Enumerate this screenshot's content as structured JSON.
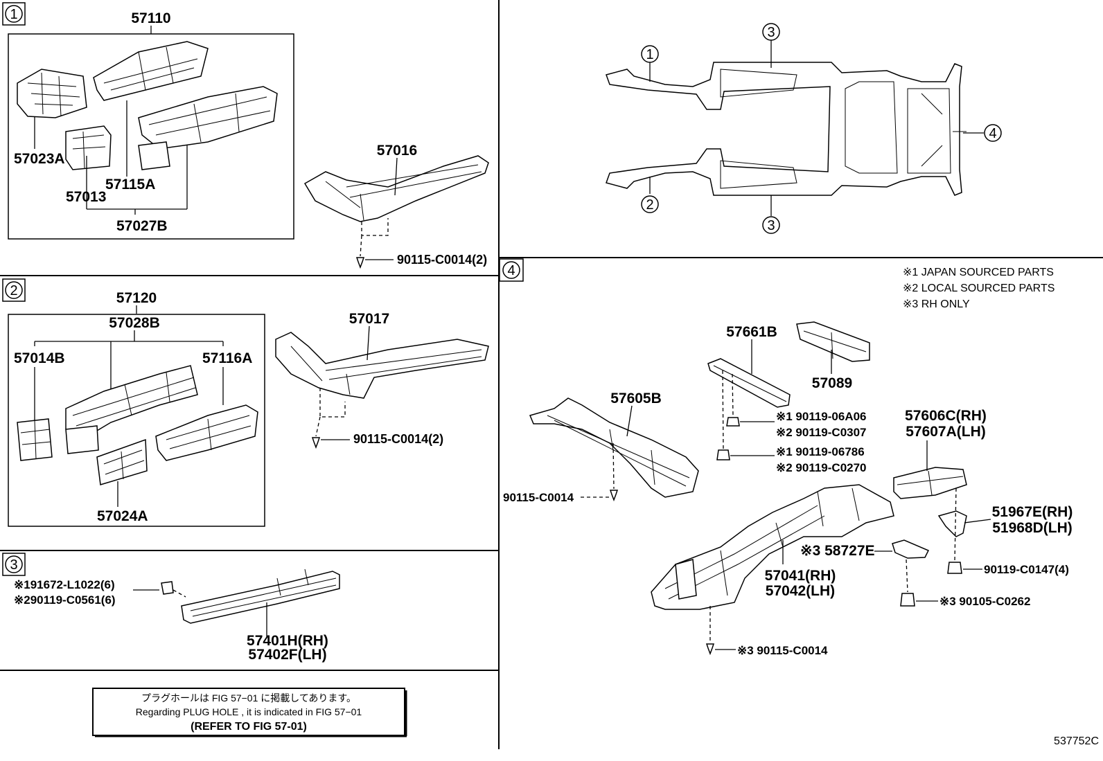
{
  "sections": {
    "s1": {
      "marker": "1",
      "labels": {
        "p57110": "57110",
        "p57023A": "57023A",
        "p57115A": "57115A",
        "p57013": "57013",
        "p57027B": "57027B",
        "p57016": "57016",
        "bolt": "90115-C0014(2)"
      }
    },
    "s2": {
      "marker": "2",
      "labels": {
        "p57120": "57120",
        "p57028B": "57028B",
        "p57014B": "57014B",
        "p57116A": "57116A",
        "p57024A": "57024A",
        "p57017": "57017",
        "bolt": "90115-C0014(2)"
      }
    },
    "s3": {
      "marker": "3",
      "labels": {
        "bolt1": "※191672-L1022(6)",
        "bolt2": "※290119-C0561(6)",
        "rh": "57401H(RH)",
        "lh": "57402F(LH)"
      }
    },
    "s4": {
      "marker": "4",
      "legend": [
        "※1 JAPAN SOURCED PARTS",
        "※2 LOCAL SOURCED PARTS",
        "※3 RH ONLY"
      ],
      "labels": {
        "p57661B": "57661B",
        "p57089": "57089",
        "p57605B": "57605B",
        "b1": "※1 90119-06A06",
        "b2": "※2 90119-C0307",
        "b3": "※1 90119-06786",
        "b4": "※2 90119-C0270",
        "p57606C": "57606C(RH)",
        "p57607A": "57607A(LH)",
        "bolt5": "90115-C0014",
        "p51967E": "51967E(RH)",
        "p51968D": "51968D(LH)",
        "p58727E": "※3 58727E",
        "p57041": "57041(RH)",
        "p57042": "57042(LH)",
        "b6": "90119-C0147(4)",
        "b7": "※3 90105-C0262",
        "b8": "※3 90115-C0014"
      }
    },
    "overview": {
      "m1": "1",
      "m2": "2",
      "m3a": "3",
      "m3b": "3",
      "m4": "4"
    }
  },
  "note": {
    "line1": "プラグホールは FIG 57−01 に掲載してあります。",
    "line2": "Regarding  PLUG  HOLE , it is indicated in FIG  57−01",
    "line3": "(REFER  TO  FIG  57-01)"
  },
  "figure_code": "537752C"
}
